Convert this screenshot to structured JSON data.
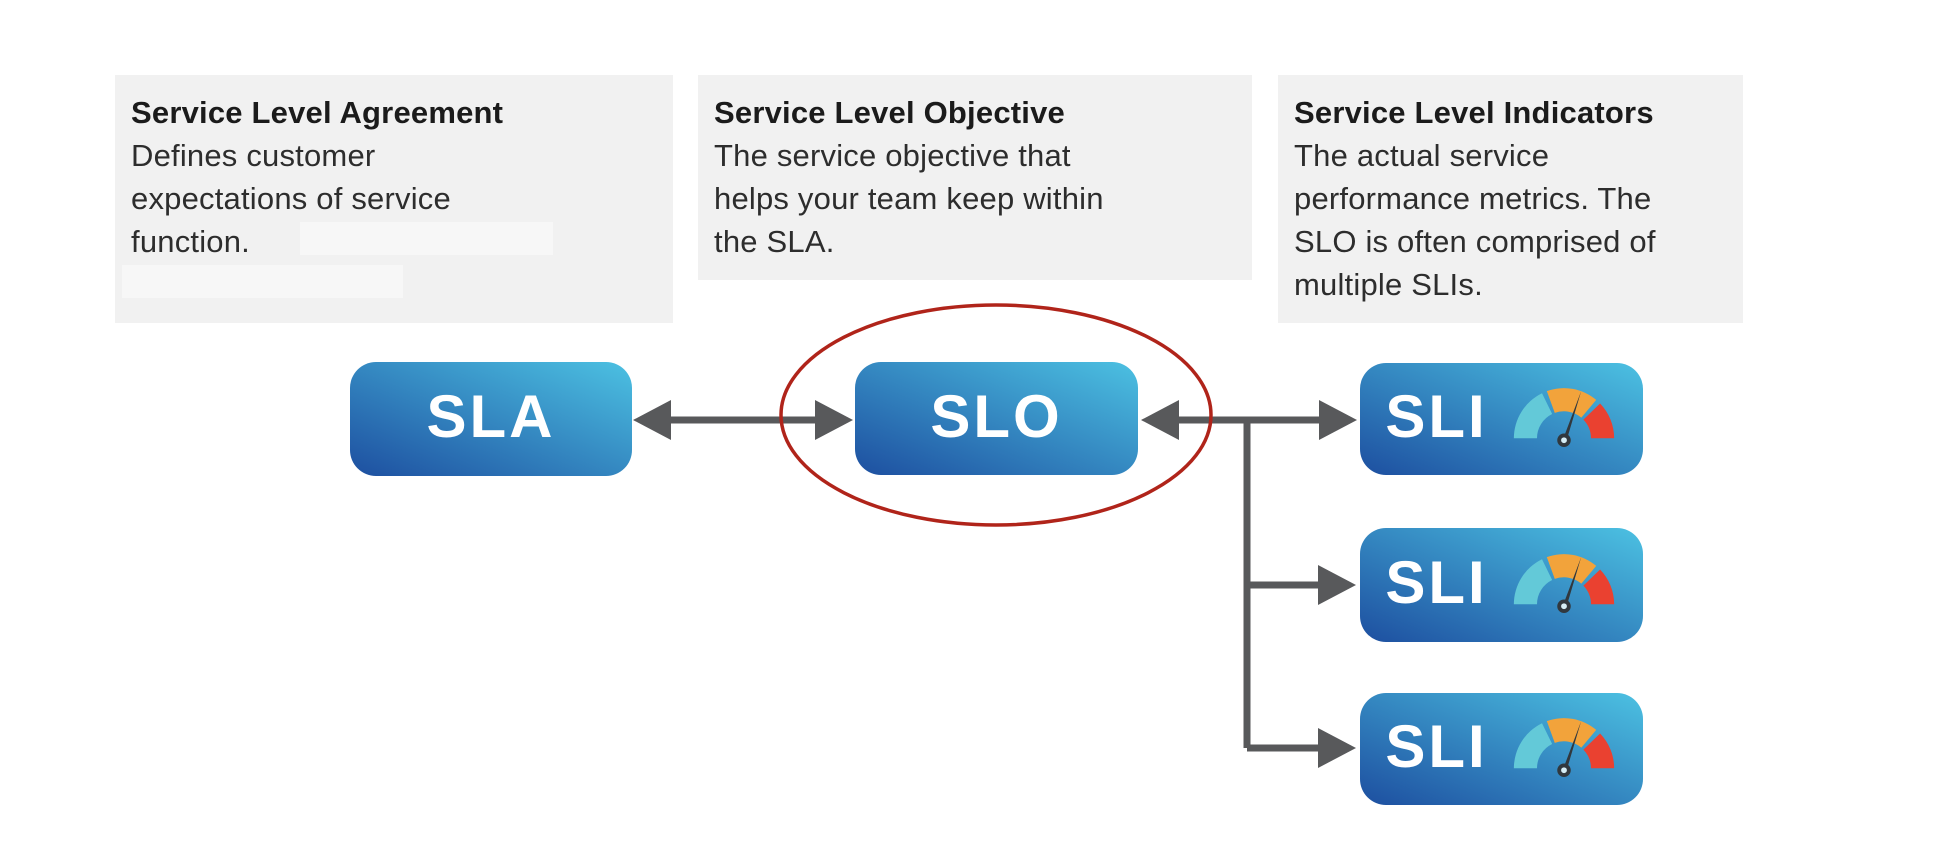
{
  "diagram": {
    "info_boxes": [
      {
        "title": "Service Level Agreement",
        "lines": [
          "Defines customer",
          "expectations of service",
          "function."
        ]
      },
      {
        "title": "Service Level Objective",
        "lines": [
          "The service objective that",
          "helps your team keep within",
          "the SLA."
        ]
      },
      {
        "title": "Service Level Indicators",
        "lines": [
          "The actual service",
          "performance metrics. The",
          "SLO is often comprised of",
          "multiple SLIs."
        ]
      }
    ],
    "nodes": {
      "sla_label": "SLA",
      "slo_label": "SLO",
      "sli_label": "SLI"
    },
    "highlight": "red ellipse around SLO node",
    "colors": {
      "node_start": "#1d4fa0",
      "node_end": "#4cc1e2",
      "arrow": "#58595b",
      "ellipse": "#b0241a",
      "infobox_bg": "#f1f1f1",
      "redacted": "#f7f7f7",
      "title_color": "#1b1b1b",
      "body_color": "#2d2d2d",
      "gauge_teal": "#63c9d8",
      "gauge_orange": "#f2a33b",
      "gauge_red": "#ea4130",
      "needle": "#31383e",
      "node_text": "#ffffff"
    }
  }
}
